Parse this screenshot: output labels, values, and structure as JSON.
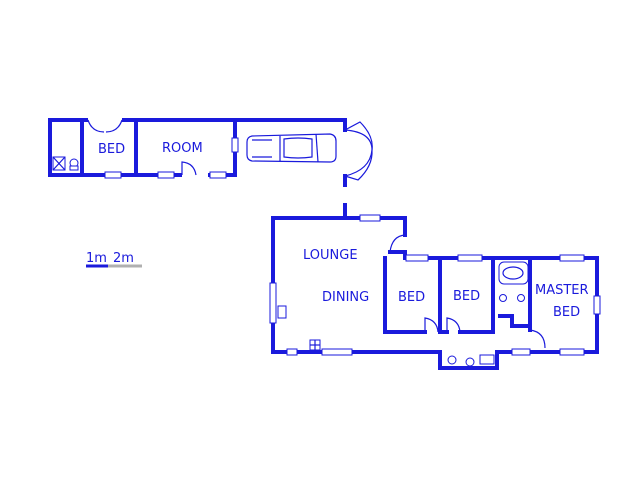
{
  "rooms": {
    "bed_outbuilding": "BED",
    "room": "ROOM",
    "lounge": "LOUNGE",
    "dining": "DINING",
    "bed_1": "BED",
    "bed_2": "BED",
    "master_line1": "MASTER",
    "master_line2": "BED"
  },
  "scale": {
    "label_1m": "1m",
    "label_2m": "2m"
  },
  "colors": {
    "wall": "#1a1adc",
    "scale_grey": "#b0b0b0"
  }
}
